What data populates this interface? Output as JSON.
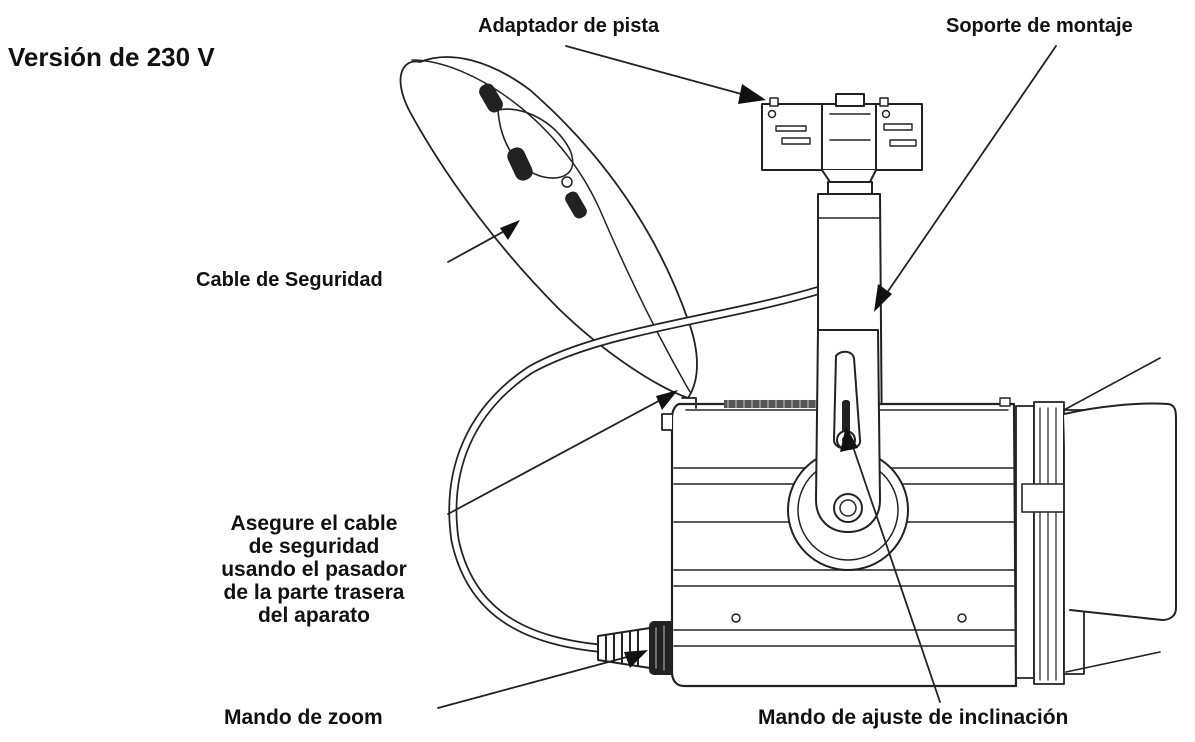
{
  "title": "Versión de 230 V",
  "labels": {
    "adapter": "Adaptador de pista",
    "bracket": "Soporte de montaje",
    "cable": "Cable de Seguridad",
    "secure": [
      "Asegure el cable",
      "de seguridad",
      "usando el pasador",
      "de la parte trasera",
      "del aparato"
    ],
    "zoom": "Mando de zoom",
    "tilt": "Mando de ajuste de inclinación"
  },
  "colors": {
    "line": "#222222",
    "fill": "#ffffff",
    "shade": "#dddddd",
    "dark": "#333333"
  }
}
